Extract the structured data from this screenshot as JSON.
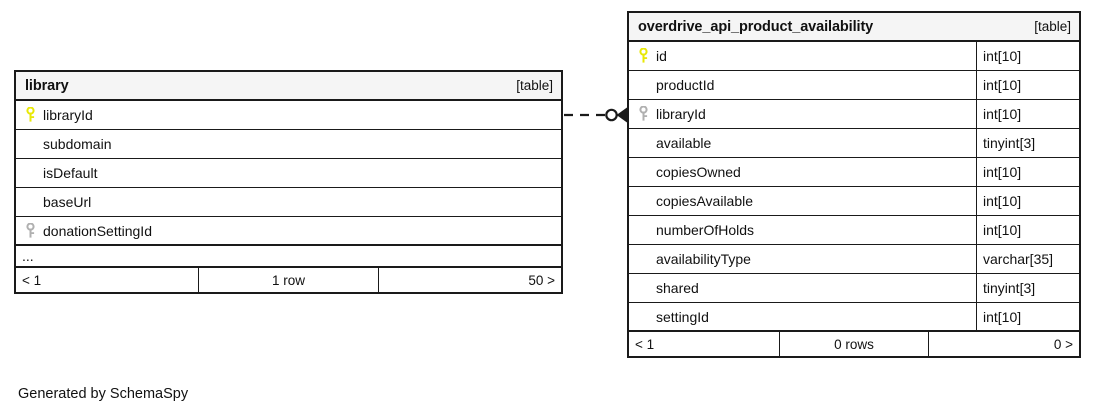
{
  "diagram": {
    "caption": "Generated by SchemaSpy",
    "kind_label": "[table]",
    "colors": {
      "primary_key": "#e8e806",
      "foreign_key": "#b0b0b0",
      "border": "#1a1a1a",
      "header_background": "#f5f5f5",
      "page_background": "#ffffff"
    }
  },
  "tables": [
    {
      "name": "library",
      "kind": "[table]",
      "has_type_column": false,
      "columns": [
        {
          "name": "libraryId",
          "key": "primary-key",
          "type": ""
        },
        {
          "name": "subdomain",
          "key": "none",
          "type": ""
        },
        {
          "name": "isDefault",
          "key": "none",
          "type": ""
        },
        {
          "name": "baseUrl",
          "key": "none",
          "type": ""
        },
        {
          "name": "donationSettingId",
          "key": "foreign-key",
          "type": ""
        }
      ],
      "truncation_indicator": "...",
      "footer": {
        "prev": "< 1",
        "rows": "1 row",
        "next": "50 >"
      }
    },
    {
      "name": "overdrive_api_product_availability",
      "kind": "[table]",
      "has_type_column": true,
      "columns": [
        {
          "name": "id",
          "key": "primary-key",
          "type": "int[10]"
        },
        {
          "name": "productId",
          "key": "none",
          "type": "int[10]"
        },
        {
          "name": "libraryId",
          "key": "foreign-key",
          "type": "int[10]"
        },
        {
          "name": "available",
          "key": "none",
          "type": "tinyint[3]"
        },
        {
          "name": "copiesOwned",
          "key": "none",
          "type": "int[10]"
        },
        {
          "name": "copiesAvailable",
          "key": "none",
          "type": "int[10]"
        },
        {
          "name": "numberOfHolds",
          "key": "none",
          "type": "int[10]"
        },
        {
          "name": "availabilityType",
          "key": "none",
          "type": "varchar[35]"
        },
        {
          "name": "shared",
          "key": "none",
          "type": "tinyint[3]"
        },
        {
          "name": "settingId",
          "key": "none",
          "type": "int[10]"
        }
      ],
      "truncation_indicator": "",
      "footer": {
        "prev": "< 1",
        "rows": "0 rows",
        "next": "0 >"
      }
    }
  ],
  "relationship": {
    "from_table": "library",
    "from_column": "libraryId",
    "to_table": "overdrive_api_product_availability",
    "to_column": "libraryId",
    "line_style": "dashed",
    "source_cardinality": "zero-or-one",
    "target_cardinality": "many"
  }
}
